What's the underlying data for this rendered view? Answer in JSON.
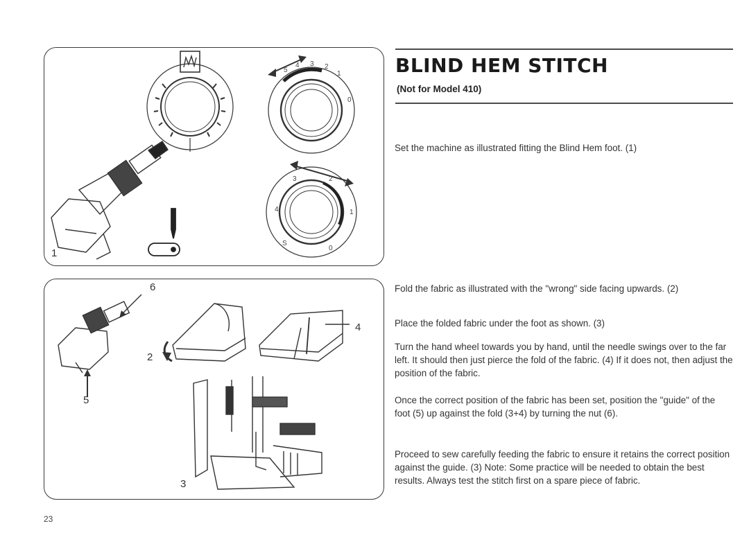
{
  "title": "BLIND HEM STITCH",
  "subtitle": "(Not for Model 410)",
  "paragraphs": [
    "Set the machine as illustrated fitting the Blind Hem foot. (1)",
    "Fold the fabric as illustrated with the \"wrong\" side facing upwards. (2)",
    "Place the folded fabric under the foot as shown. (3)",
    "Turn the hand wheel towards you by hand, until the needle swings over to the far left. It should then just pierce the fold of the fabric. (4) If it does not, then adjust the position of the fabric.",
    "Once the correct position of the fabric has been set, position the \"guide\" of the foot (5) up against the fold (3+4) by turning the nut (6).",
    "Proceed to sew carefully feeding the fabric to ensure it retains the correct position against the guide. (3) Note: Some practice will be needed to obtain the best results. Always test the stitch first on a spare piece of fabric."
  ],
  "figures": {
    "fig1_number": "1",
    "dial_upper_numbers": [
      "5",
      "4",
      "3",
      "2",
      "1",
      "0"
    ],
    "dial_lower_numbers": [
      "4",
      "3",
      "2",
      "1",
      "0",
      "S"
    ],
    "labels": [
      "6",
      "4",
      "2",
      "5",
      "3"
    ]
  },
  "page_number": "23"
}
